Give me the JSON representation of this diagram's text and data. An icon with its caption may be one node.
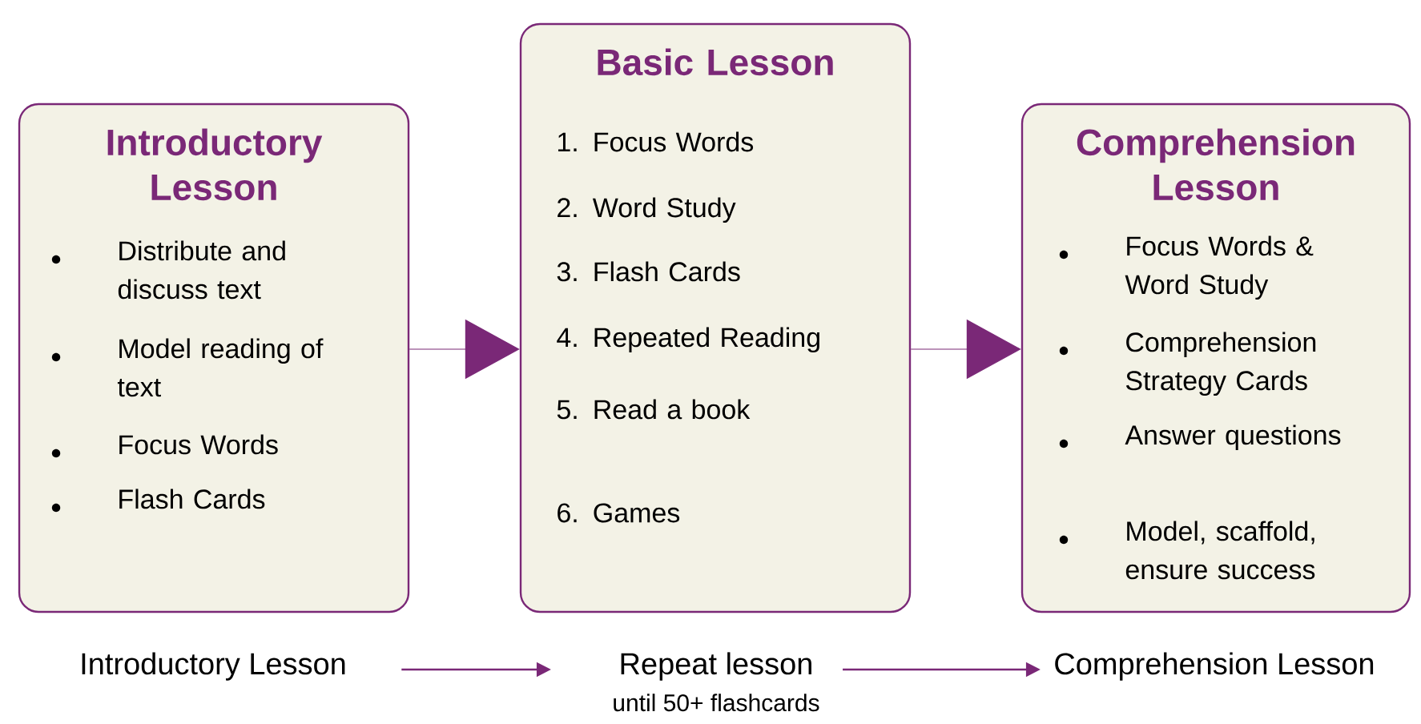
{
  "diagram": {
    "nodes": [
      {
        "text": [
          "Introductory Lesson",
          "Distribute and discuss text",
          "Model reading of text",
          "Focus Words",
          "Flash Cards"
        ]
      },
      {
        "text": [
          "Basic Lesson",
          "1. Focus Words",
          "2. Word Study",
          "3. Flash Cards",
          "4. Repeated Reading",
          "5. Read a book",
          "6. Games"
        ]
      },
      {
        "text": [
          "Comprehension Lesson",
          "Focus Words & Word Study",
          "Comprehension Strategy Cards",
          "Answer questions",
          "Model, scaffold, ensure success"
        ]
      },
      {
        "text": [
          "Introductory Lesson"
        ]
      },
      {
        "text": [
          "Repeat lesson",
          "until 50+ flashcards"
        ]
      },
      {
        "text": [
          "Comprehension Lesson"
        ]
      }
    ],
    "edges": [
      {
        "from": 0,
        "to": 1,
        "arrow": "to"
      },
      {
        "from": 1,
        "to": 2,
        "arrow": "to"
      },
      {
        "from": 3,
        "to": 4,
        "arrow": "to"
      },
      {
        "from": 4,
        "to": 5,
        "arrow": "to"
      }
    ]
  }
}
